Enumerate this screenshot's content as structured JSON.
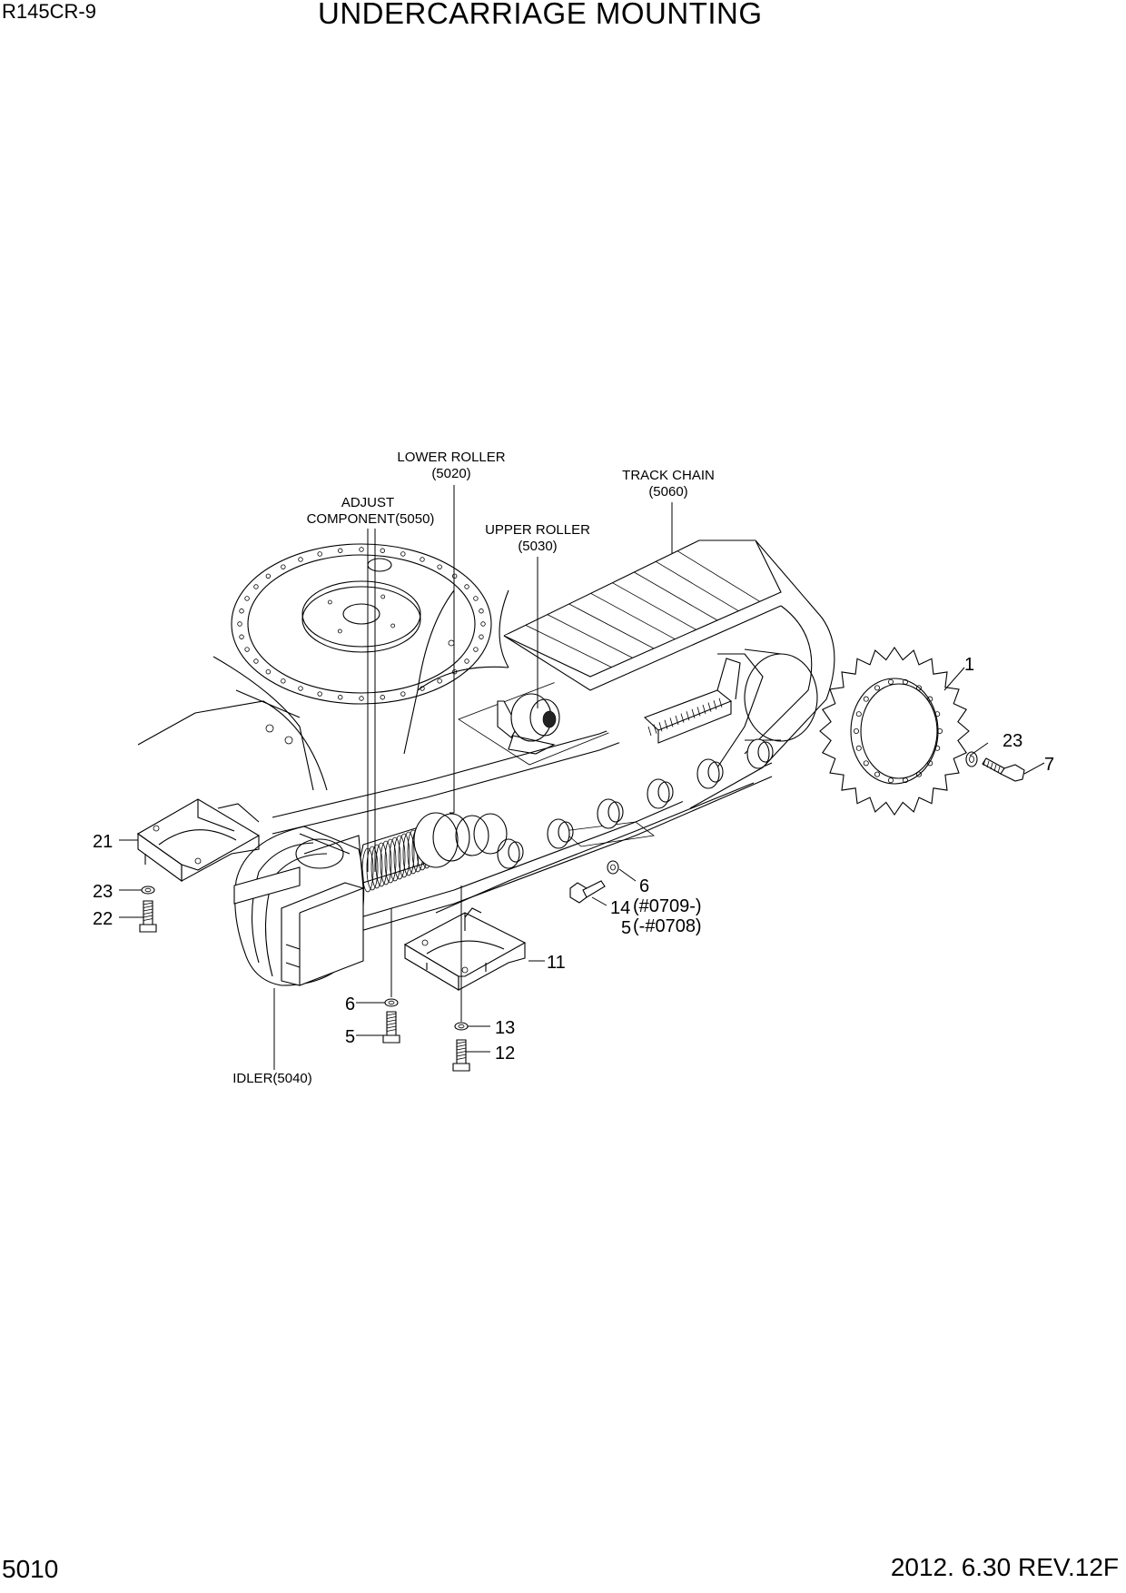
{
  "header": {
    "model": "R145CR-9",
    "title": "UNDERCARRIAGE MOUNTING"
  },
  "footer": {
    "page_number": "5010",
    "revision": "2012. 6.30  REV.12F"
  },
  "subassembly_labels": [
    {
      "line1": "LOWER ROLLER",
      "line2": "(5020)"
    },
    {
      "line1": "TRACK CHAIN",
      "line2": "(5060)"
    },
    {
      "line1": "ADJUST",
      "line2": "COMPONENT(5050)"
    },
    {
      "line1": "UPPER ROLLER",
      "line2": "(5030)"
    },
    {
      "line1": "IDLER(5040)",
      "line2": ""
    }
  ],
  "callouts": [
    "1",
    "23",
    "7",
    "21",
    "23",
    "22",
    "6",
    "14",
    "(#0709-)",
    "5",
    "(-#0708)",
    "11",
    "6",
    "5",
    "13",
    "12"
  ]
}
